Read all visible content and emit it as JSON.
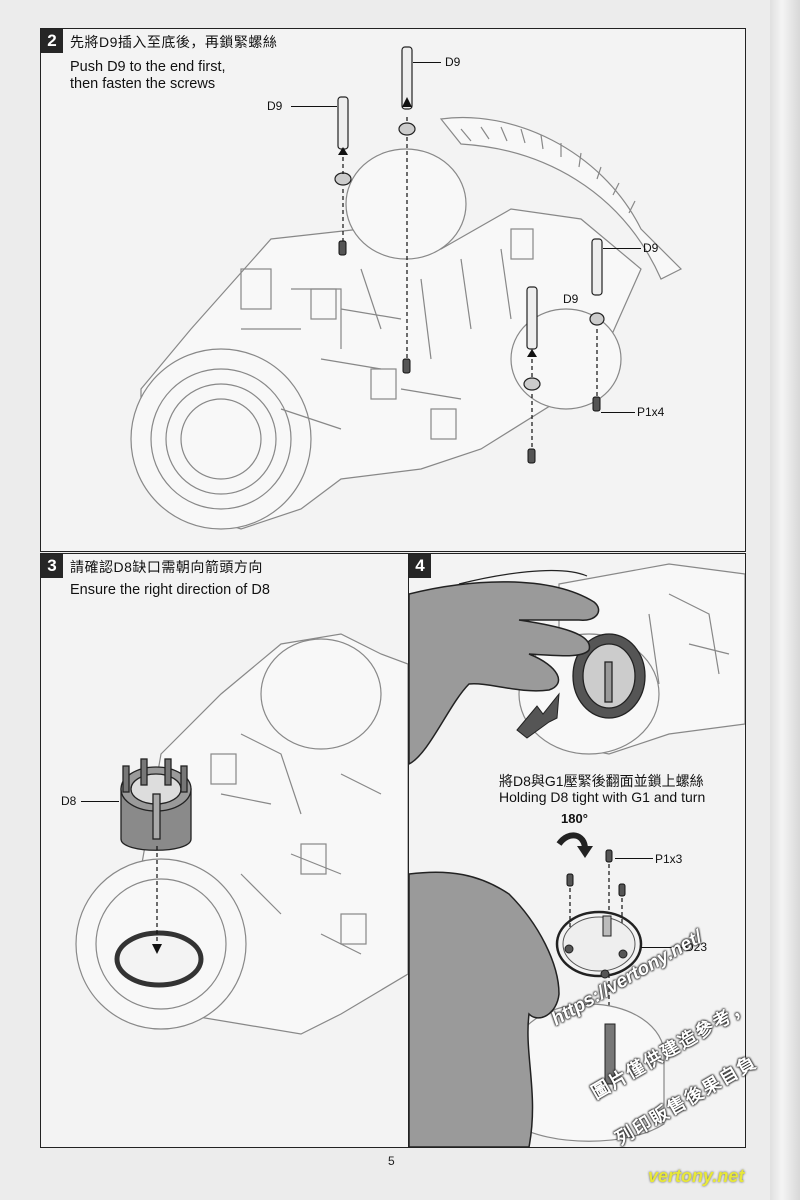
{
  "page": {
    "number": "5"
  },
  "step2": {
    "number": "2",
    "title_zh": "先將D9插入至底後，再鎖緊螺絲",
    "title_en_line1": "Push D9 to the end first,",
    "title_en_line2": "then fasten the screws",
    "labels": {
      "d9_a": "D9",
      "d9_b": "D9",
      "d9_c": "D9",
      "d9_d": "D9",
      "p1x4": "P1x4"
    }
  },
  "step3": {
    "number": "3",
    "title_zh": "請確認D8缺口需朝向箭頭方向",
    "title_en": "Ensure the right direction of D8",
    "labels": {
      "d8": "D8"
    }
  },
  "step4": {
    "number": "4",
    "caption_zh": "將D8與G1壓緊後翻面並鎖上螺絲",
    "caption_en": "Holding D8 tight with G1 and turn",
    "rotation": "180°",
    "labels": {
      "p1x3": "P1x3",
      "d23": "D23"
    }
  },
  "watermark": {
    "url": "https://vertony.net/",
    "line_zh1": "圖片僅供建造參考，",
    "line_zh2": "列印販售後果自負",
    "site": "vertony.net"
  }
}
